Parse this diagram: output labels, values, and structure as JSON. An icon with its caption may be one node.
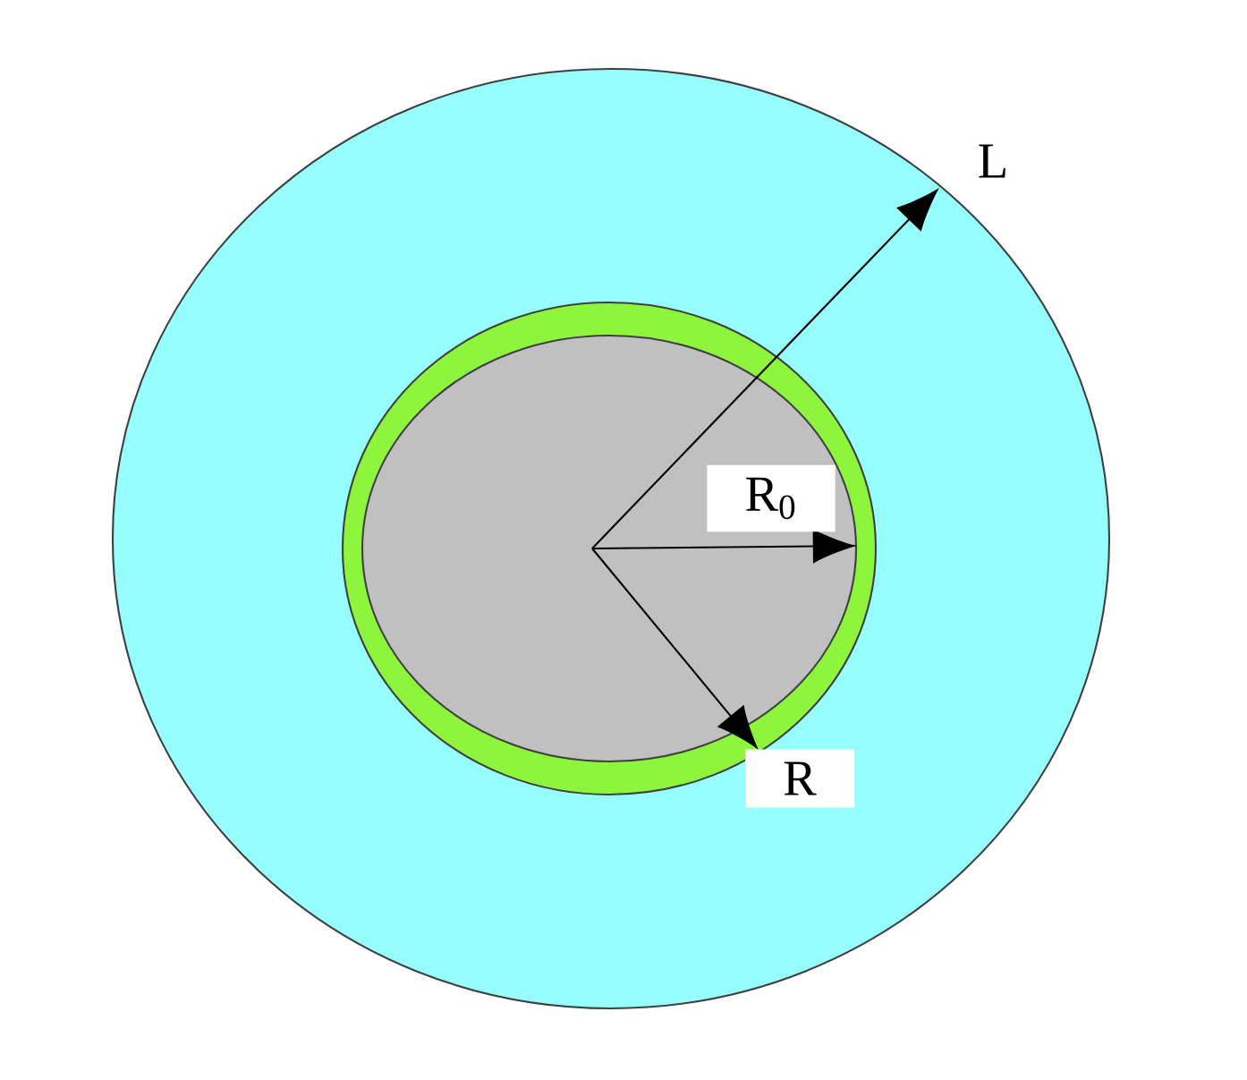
{
  "diagram": {
    "labels": [
      "L",
      "R$_{0}$",
      "R"
    ]
  }
}
